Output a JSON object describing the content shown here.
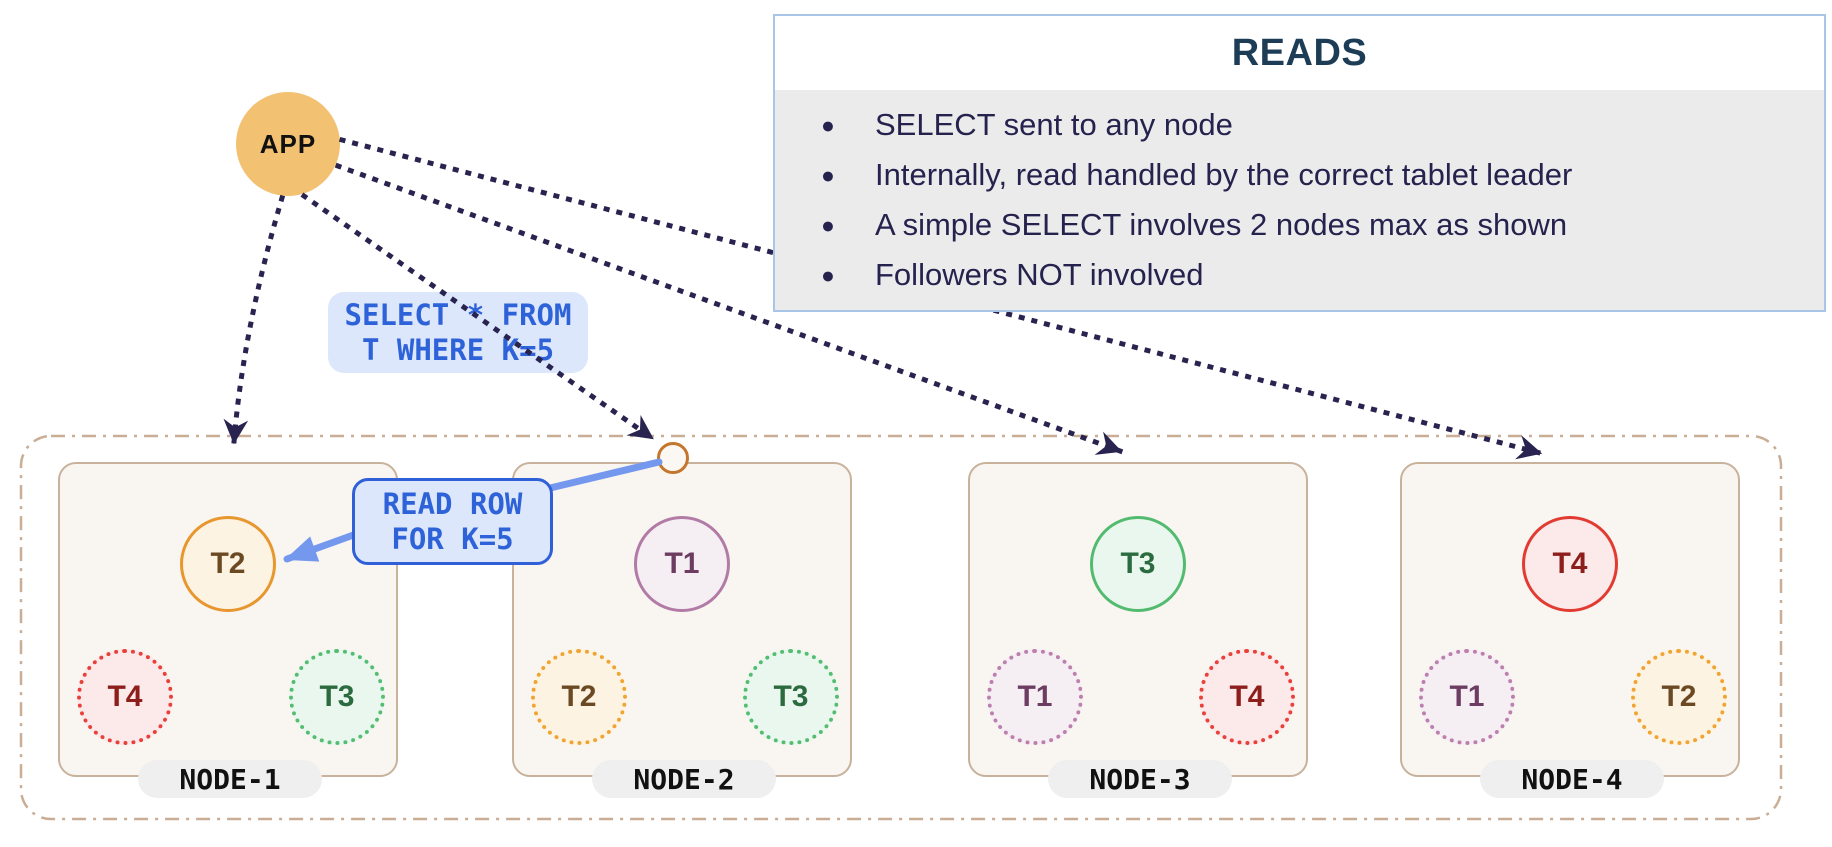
{
  "app": {
    "label": "APP"
  },
  "reads_panel": {
    "title": "READS",
    "bullets": [
      "SELECT sent to any node",
      "Internally, read handled by the correct tablet leader",
      "A simple SELECT involves 2 nodes max as shown",
      "Followers NOT involved"
    ]
  },
  "query_label": {
    "line1": "SELECT * FROM",
    "line2": "T WHERE K=5"
  },
  "read_row_label": {
    "line1": "READ ROW",
    "line2": "FOR K=5"
  },
  "nodes": [
    {
      "label": "NODE-1",
      "leader": {
        "label": "T2",
        "tone": "orange"
      },
      "followers": [
        {
          "label": "T4",
          "tone": "red"
        },
        {
          "label": "T3",
          "tone": "green"
        }
      ]
    },
    {
      "label": "NODE-2",
      "leader": {
        "label": "T1",
        "tone": "purple"
      },
      "followers": [
        {
          "label": "T2",
          "tone": "orange"
        },
        {
          "label": "T3",
          "tone": "green"
        }
      ]
    },
    {
      "label": "NODE-3",
      "leader": {
        "label": "T3",
        "tone": "green"
      },
      "followers": [
        {
          "label": "T1",
          "tone": "purple"
        },
        {
          "label": "T4",
          "tone": "red"
        }
      ]
    },
    {
      "label": "NODE-4",
      "leader": {
        "label": "T4",
        "tone": "red"
      },
      "followers": [
        {
          "label": "T1",
          "tone": "purple"
        },
        {
          "label": "T2",
          "tone": "orange"
        }
      ]
    }
  ],
  "palette": {
    "app_fill": "#f2c172",
    "panel_border": "#a9c6e8",
    "panel_body_bg": "#ebebeb",
    "title_navy": "#1d3c56",
    "text_navy": "#26224e",
    "arrow_navy": "#28234f",
    "sql_blue": "#2e62d9",
    "label_blue_bg": "#dce7fb",
    "label_blue_border": "#3060d8",
    "flow_arrow_blue": "#7598ef",
    "cluster_dash": "#c9ad94",
    "node_border": "#c8b29c",
    "node_bg": "#f9f6f1",
    "route_circle_border": "#c4762c",
    "tone_orange": "#e8962e",
    "tone_purple": "#b27ba6",
    "tone_green": "#53bb70",
    "tone_red": "#e23b32"
  }
}
